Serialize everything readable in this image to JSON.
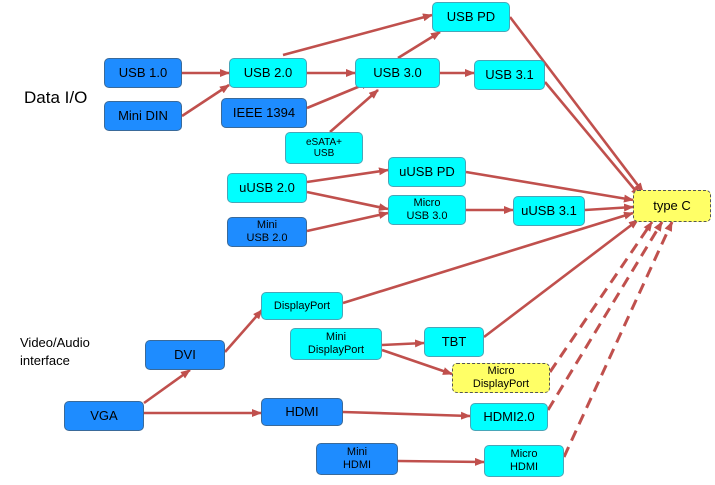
{
  "labels": {
    "data_io": "Data I/O",
    "video_audio": "Video/Audio\ninterface"
  },
  "nodes": {
    "usb10": "USB 1.0",
    "mini_din": "Mini DIN",
    "usb20": "USB 2.0",
    "ieee1394": "IEEE 1394",
    "usb_pd": "USB PD",
    "usb30": "USB 3.0",
    "usb31": "USB 3.1",
    "esata": "eSATA+\nUSB",
    "uusb20": "uUSB 2.0",
    "mini_usb20": "Mini\nUSB 2.0",
    "uusb_pd": "uUSB PD",
    "micro_usb30": "Micro\nUSB 3.0",
    "uusb31": "uUSB 3.1",
    "type_c": "type C",
    "displayport": "DisplayPort",
    "dvi": "DVI",
    "mini_dp": "Mini\nDisplayPort",
    "tbt": "TBT",
    "micro_dp": "Micro\nDisplayPort",
    "vga": "VGA",
    "hdmi": "HDMI",
    "hdmi20": "HDMI2.0",
    "mini_hdmi": "Mini\nHDMI",
    "micro_hdmi": "Micro\nHDMI"
  },
  "colors": {
    "arrow": "#c0504d",
    "cyan_box": "#00ffff",
    "blue_box": "#1e8cff",
    "future_box": "#ffff66"
  }
}
